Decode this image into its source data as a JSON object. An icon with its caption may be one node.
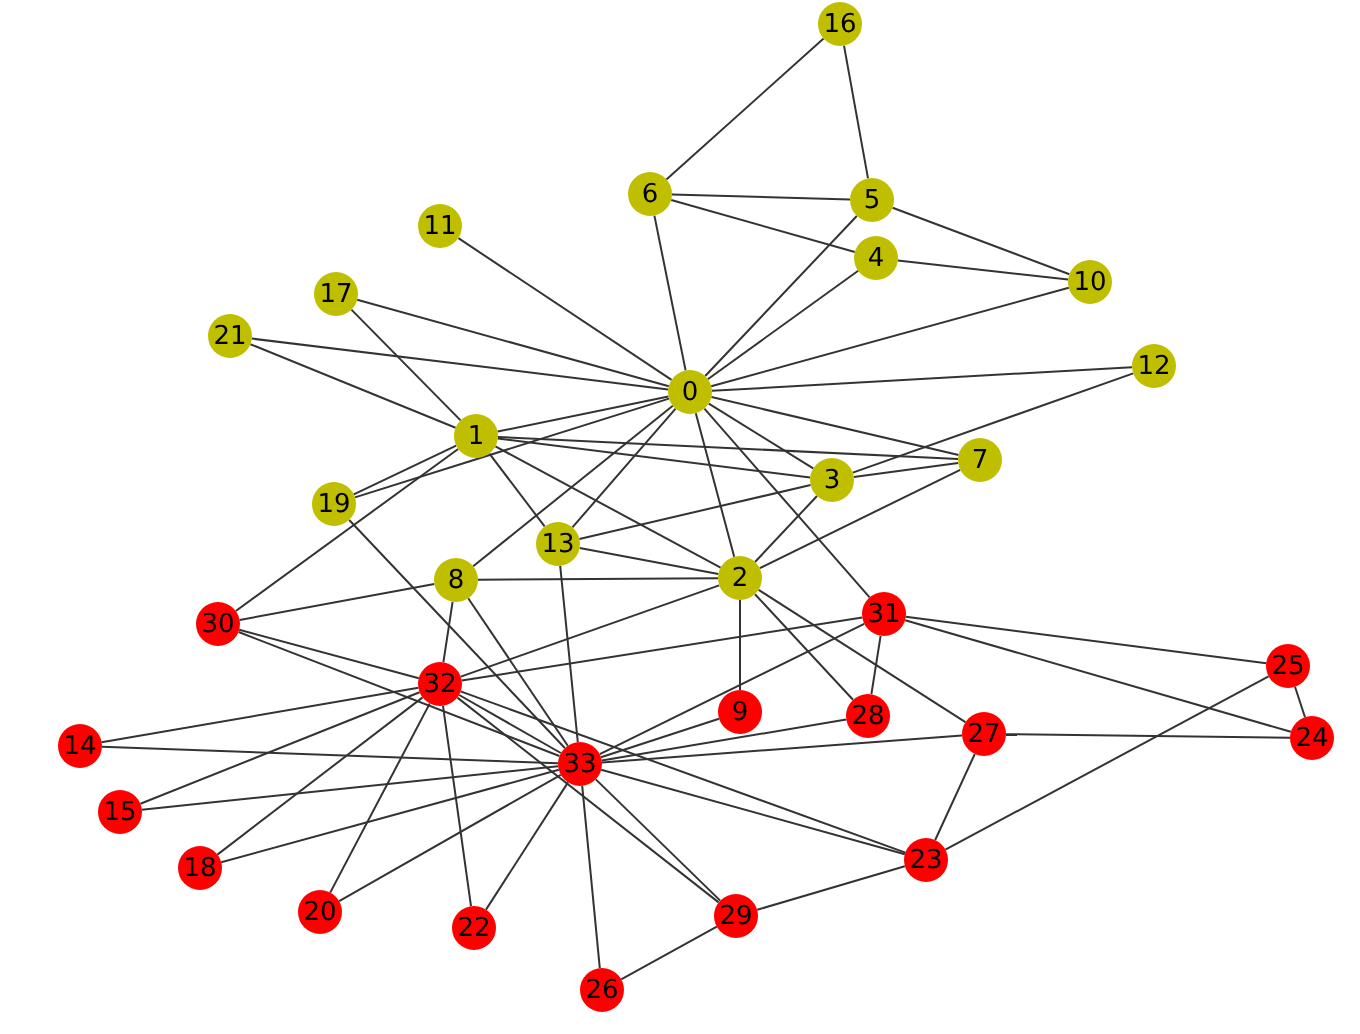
{
  "diagram": {
    "nodes": [
      {
        "text": [
          "0"
        ]
      },
      {
        "text": [
          "1"
        ]
      },
      {
        "text": [
          "2"
        ]
      },
      {
        "text": [
          "3"
        ]
      },
      {
        "text": [
          "4"
        ]
      },
      {
        "text": [
          "5"
        ]
      },
      {
        "text": [
          "6"
        ]
      },
      {
        "text": [
          "7"
        ]
      },
      {
        "text": [
          "8"
        ]
      },
      {
        "text": [
          "9"
        ]
      },
      {
        "text": [
          "10"
        ]
      },
      {
        "text": [
          "11"
        ]
      },
      {
        "text": [
          "12"
        ]
      },
      {
        "text": [
          "13"
        ]
      },
      {
        "text": [
          "14"
        ]
      },
      {
        "text": [
          "15"
        ]
      },
      {
        "text": [
          "16"
        ]
      },
      {
        "text": [
          "17"
        ]
      },
      {
        "text": [
          "18"
        ]
      },
      {
        "text": [
          "19"
        ]
      },
      {
        "text": [
          "20"
        ]
      },
      {
        "text": [
          "21"
        ]
      },
      {
        "text": [
          "22"
        ]
      },
      {
        "text": [
          "23"
        ]
      },
      {
        "text": [
          "24"
        ]
      },
      {
        "text": [
          "25"
        ]
      },
      {
        "text": [
          "26"
        ]
      },
      {
        "text": [
          "27"
        ]
      },
      {
        "text": [
          "28"
        ]
      },
      {
        "text": [
          "29"
        ]
      },
      {
        "text": [
          "30"
        ]
      },
      {
        "text": [
          "31"
        ]
      },
      {
        "text": [
          "32"
        ]
      },
      {
        "text": [
          "33"
        ]
      }
    ],
    "edges": [
      {
        "from": 0,
        "to": 1,
        "arrow": "none"
      },
      {
        "from": 0,
        "to": 2,
        "arrow": "none"
      },
      {
        "from": 0,
        "to": 3,
        "arrow": "none"
      },
      {
        "from": 0,
        "to": 4,
        "arrow": "none"
      },
      {
        "from": 0,
        "to": 5,
        "arrow": "none"
      },
      {
        "from": 0,
        "to": 6,
        "arrow": "none"
      },
      {
        "from": 0,
        "to": 7,
        "arrow": "none"
      },
      {
        "from": 0,
        "to": 8,
        "arrow": "none"
      },
      {
        "from": 0,
        "to": 10,
        "arrow": "none"
      },
      {
        "from": 0,
        "to": 11,
        "arrow": "none"
      },
      {
        "from": 0,
        "to": 12,
        "arrow": "none"
      },
      {
        "from": 0,
        "to": 13,
        "arrow": "none"
      },
      {
        "from": 0,
        "to": 17,
        "arrow": "none"
      },
      {
        "from": 0,
        "to": 19,
        "arrow": "none"
      },
      {
        "from": 0,
        "to": 21,
        "arrow": "none"
      },
      {
        "from": 0,
        "to": 31,
        "arrow": "none"
      },
      {
        "from": 1,
        "to": 2,
        "arrow": "none"
      },
      {
        "from": 1,
        "to": 3,
        "arrow": "none"
      },
      {
        "from": 1,
        "to": 7,
        "arrow": "none"
      },
      {
        "from": 1,
        "to": 13,
        "arrow": "none"
      },
      {
        "from": 1,
        "to": 17,
        "arrow": "none"
      },
      {
        "from": 1,
        "to": 19,
        "arrow": "none"
      },
      {
        "from": 1,
        "to": 21,
        "arrow": "none"
      },
      {
        "from": 1,
        "to": 30,
        "arrow": "none"
      },
      {
        "from": 2,
        "to": 3,
        "arrow": "none"
      },
      {
        "from": 2,
        "to": 7,
        "arrow": "none"
      },
      {
        "from": 2,
        "to": 8,
        "arrow": "none"
      },
      {
        "from": 2,
        "to": 9,
        "arrow": "none"
      },
      {
        "from": 2,
        "to": 13,
        "arrow": "none"
      },
      {
        "from": 2,
        "to": 27,
        "arrow": "none"
      },
      {
        "from": 2,
        "to": 28,
        "arrow": "none"
      },
      {
        "from": 2,
        "to": 32,
        "arrow": "none"
      },
      {
        "from": 3,
        "to": 7,
        "arrow": "none"
      },
      {
        "from": 3,
        "to": 12,
        "arrow": "none"
      },
      {
        "from": 3,
        "to": 13,
        "arrow": "none"
      },
      {
        "from": 4,
        "to": 6,
        "arrow": "none"
      },
      {
        "from": 4,
        "to": 10,
        "arrow": "none"
      },
      {
        "from": 5,
        "to": 6,
        "arrow": "none"
      },
      {
        "from": 5,
        "to": 10,
        "arrow": "none"
      },
      {
        "from": 5,
        "to": 16,
        "arrow": "none"
      },
      {
        "from": 6,
        "to": 16,
        "arrow": "none"
      },
      {
        "from": 8,
        "to": 30,
        "arrow": "none"
      },
      {
        "from": 8,
        "to": 32,
        "arrow": "none"
      },
      {
        "from": 8,
        "to": 33,
        "arrow": "none"
      },
      {
        "from": 9,
        "to": 33,
        "arrow": "none"
      },
      {
        "from": 13,
        "to": 33,
        "arrow": "none"
      },
      {
        "from": 14,
        "to": 32,
        "arrow": "none"
      },
      {
        "from": 14,
        "to": 33,
        "arrow": "none"
      },
      {
        "from": 15,
        "to": 32,
        "arrow": "none"
      },
      {
        "from": 15,
        "to": 33,
        "arrow": "none"
      },
      {
        "from": 18,
        "to": 32,
        "arrow": "none"
      },
      {
        "from": 18,
        "to": 33,
        "arrow": "none"
      },
      {
        "from": 19,
        "to": 33,
        "arrow": "none"
      },
      {
        "from": 20,
        "to": 32,
        "arrow": "none"
      },
      {
        "from": 20,
        "to": 33,
        "arrow": "none"
      },
      {
        "from": 22,
        "to": 32,
        "arrow": "none"
      },
      {
        "from": 22,
        "to": 33,
        "arrow": "none"
      },
      {
        "from": 23,
        "to": 25,
        "arrow": "none"
      },
      {
        "from": 23,
        "to": 27,
        "arrow": "none"
      },
      {
        "from": 23,
        "to": 29,
        "arrow": "none"
      },
      {
        "from": 23,
        "to": 32,
        "arrow": "none"
      },
      {
        "from": 23,
        "to": 33,
        "arrow": "none"
      },
      {
        "from": 24,
        "to": 25,
        "arrow": "none"
      },
      {
        "from": 24,
        "to": 27,
        "arrow": "none"
      },
      {
        "from": 24,
        "to": 31,
        "arrow": "none"
      },
      {
        "from": 25,
        "to": 31,
        "arrow": "none"
      },
      {
        "from": 26,
        "to": 29,
        "arrow": "none"
      },
      {
        "from": 26,
        "to": 33,
        "arrow": "none"
      },
      {
        "from": 27,
        "to": 33,
        "arrow": "none"
      },
      {
        "from": 28,
        "to": 31,
        "arrow": "none"
      },
      {
        "from": 28,
        "to": 33,
        "arrow": "none"
      },
      {
        "from": 29,
        "to": 32,
        "arrow": "none"
      },
      {
        "from": 29,
        "to": 33,
        "arrow": "none"
      },
      {
        "from": 30,
        "to": 32,
        "arrow": "none"
      },
      {
        "from": 30,
        "to": 33,
        "arrow": "none"
      },
      {
        "from": 31,
        "to": 32,
        "arrow": "none"
      },
      {
        "from": 31,
        "to": 33,
        "arrow": "none"
      },
      {
        "from": 32,
        "to": 33,
        "arrow": "none"
      }
    ]
  }
}
